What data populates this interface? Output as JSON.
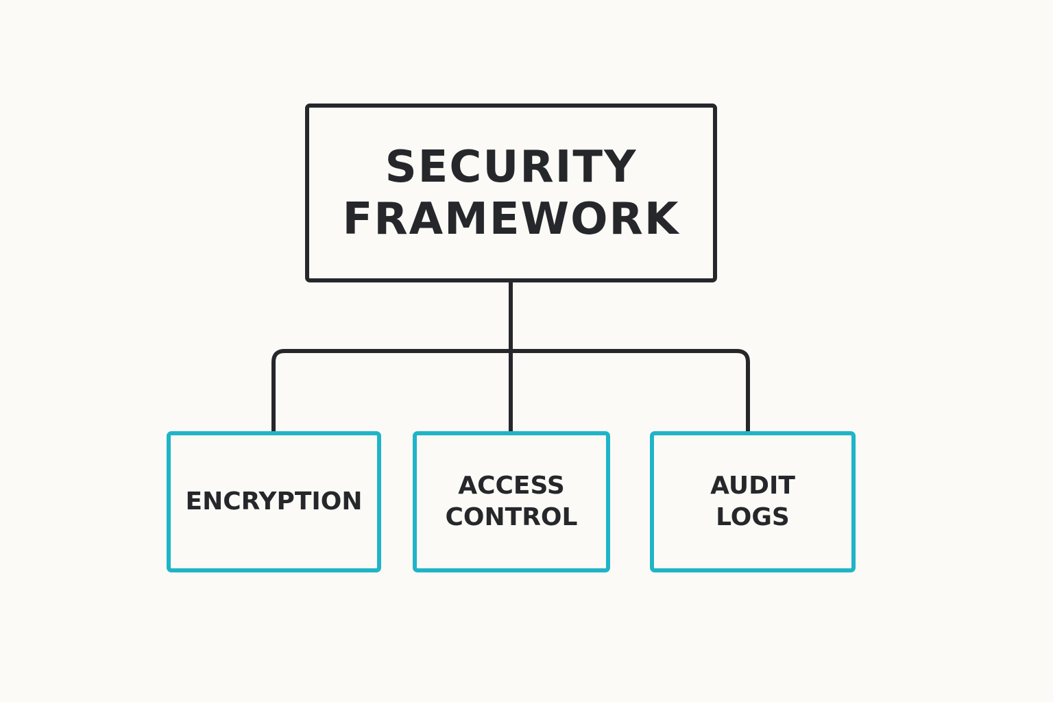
{
  "diagram": {
    "root": {
      "label": "SECURITY\nFRAMEWORK"
    },
    "children": [
      {
        "label": "ENCRYPTION"
      },
      {
        "label": "ACCESS\nCONTROL"
      },
      {
        "label": "AUDIT\nLOGS"
      }
    ],
    "colors": {
      "background": "#fbfaf6",
      "root_border": "#25272b",
      "child_border": "#1fb4c7",
      "connector": "#25272b",
      "text": "#25272b"
    }
  }
}
